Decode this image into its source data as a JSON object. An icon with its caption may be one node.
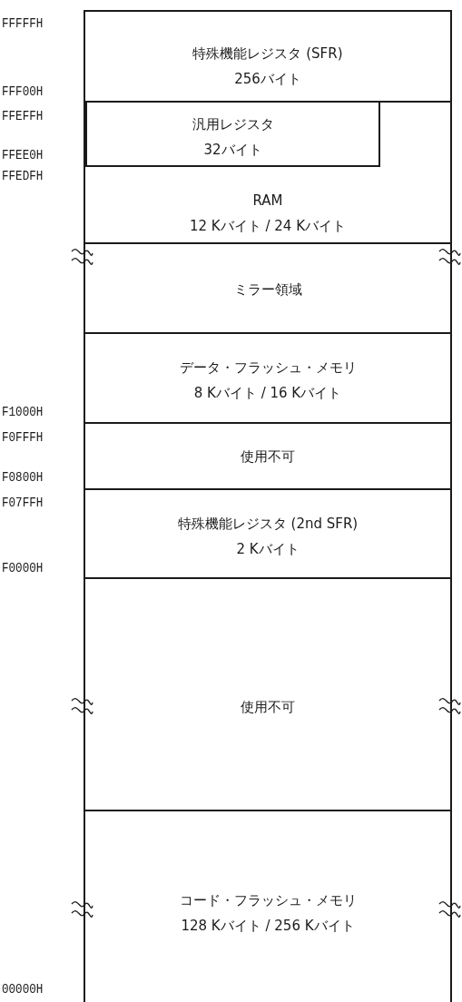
{
  "diagram": {
    "nodes": [
      {
        "text": [
          "特殊機能レジスタ (SFR)",
          "256バイト"
        ]
      },
      {
        "text": [
          "RAM",
          "12 Kバイト / 24 Kバイト"
        ]
      },
      {
        "text": [
          "汎用レジスタ",
          "32バイト"
        ],
        "in": 1
      },
      {
        "text": [
          "ミラー領域"
        ]
      },
      {
        "text": [
          "データ・フラッシュ・メモリ",
          "8 Kバイト / 16 Kバイト"
        ]
      },
      {
        "text": [
          "使用不可"
        ]
      },
      {
        "text": [
          "特殊機能レジスタ (2nd SFR)",
          "2 Kバイト"
        ]
      },
      {
        "text": [
          "使用不可"
        ]
      },
      {
        "text": [
          "コード・フラッシュ・メモリ",
          "128 Kバイト / 256 Kバイト"
        ]
      }
    ],
    "labels": [
      "FFFFFH",
      "FFF00H",
      "FFEFFH",
      "FFEE0H",
      "FFEDFH",
      "F1000H",
      "F0FFFH",
      "F0800H",
      "F07FFH",
      "F0000H",
      "00000H"
    ]
  }
}
